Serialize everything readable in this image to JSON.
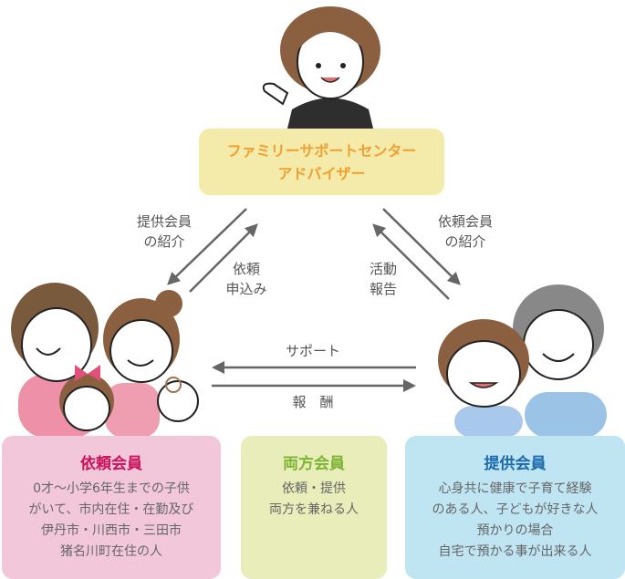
{
  "center": {
    "title_line1": "ファミリーサポートセンター",
    "title_line2": "アドバイザー"
  },
  "arrows": {
    "introduce_provider": [
      "提供会員",
      "の紹介"
    ],
    "request_application": [
      "依頼",
      "申込み"
    ],
    "activity_report": [
      "活動",
      "報告"
    ],
    "introduce_requester": [
      "依頼会員",
      "の紹介"
    ],
    "support": "サポート",
    "reward": "報　酬"
  },
  "members": [
    {
      "title": "依頼会員",
      "lines": [
        "0才～小学6年生までの子供",
        "がいて、市内在住・在勤及び",
        "伊丹市・川西市・三田市",
        "猪名川町在住の人"
      ]
    },
    {
      "title": "両方会員",
      "lines": [
        "依頼・提供",
        "両方を兼ねる人"
      ]
    },
    {
      "title": "提供会員",
      "lines": [
        "心身共に健康で子育て経験",
        "のある人、子どもが好きな人",
        "預かりの場合",
        "自宅で預かる事が出来る人"
      ]
    }
  ],
  "colors": {
    "center_bg": "#f4eaa9",
    "center_text": "#f0a030",
    "requester_bg": "#f2c7da",
    "requester_text": "#c8125c",
    "both_bg": "#e9edb9",
    "both_text": "#7cb534",
    "provider_bg": "#bfe4f2",
    "provider_text": "#1c6aae",
    "arrow": "#666666"
  }
}
